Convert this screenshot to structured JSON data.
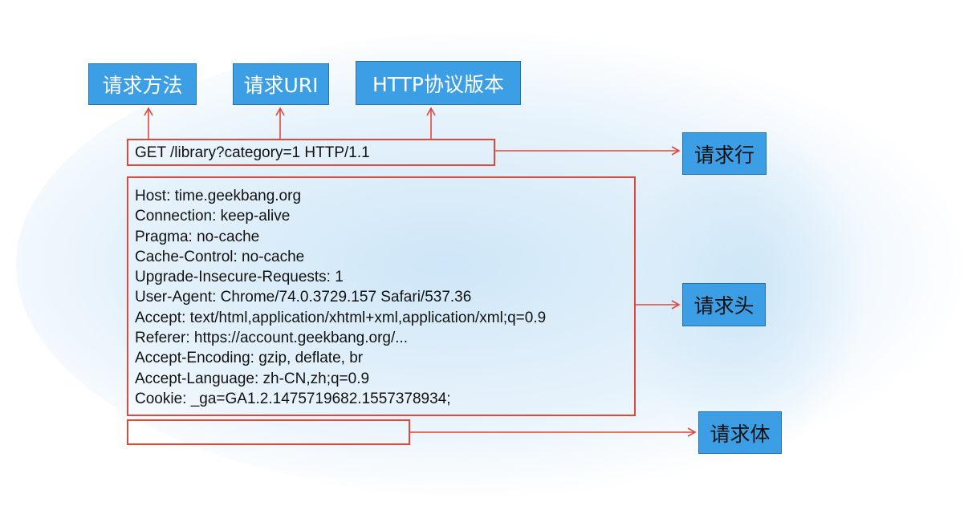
{
  "labels": {
    "method": "请求方法",
    "uri": "请求URI",
    "version": "HTTP协议版本",
    "request_line": "请求行",
    "request_headers": "请求头",
    "request_body": "请求体"
  },
  "request_line": "GET /library?category=1 HTTP/1.1",
  "headers": [
    "Host: time.geekbang.org",
    "Connection: keep-alive",
    "Pragma: no-cache",
    "Cache-Control: no-cache",
    "Upgrade-Insecure-Requests: 1",
    "User-Agent: Chrome/74.0.3729.157 Safari/537.36",
    "Accept: text/html,application/xhtml+xml,application/xml;q=0.9",
    "Referer: https://account.geekbang.org/...",
    "Accept-Encoding: gzip, deflate, br",
    "Accept-Language: zh-CN,zh;q=0.9",
    "Cookie: _ga=GA1.2.1475719682.1557378934;"
  ],
  "request_body": "",
  "colors": {
    "label_fill": "#3c9fe6",
    "box_stroke": "#e2473b",
    "arrow": "#e2473b"
  }
}
